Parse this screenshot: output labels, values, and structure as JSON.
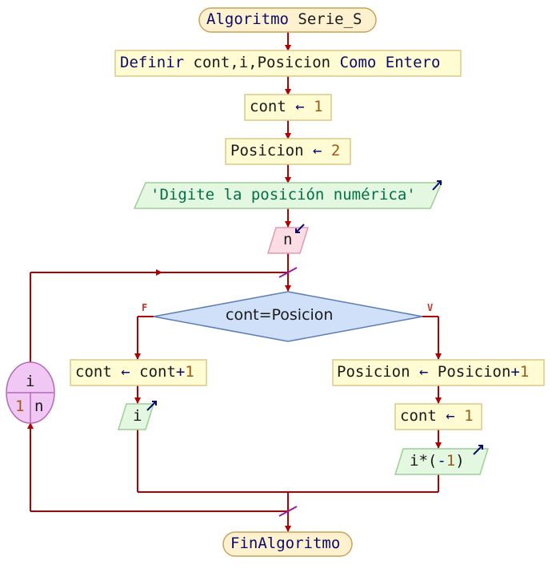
{
  "diagram": {
    "start": {
      "keyword": "Algoritmo",
      "name": "Serie_S"
    },
    "define": {
      "keyword": "Definir",
      "vars": "cont,i,Posicion",
      "type_kw": "Como Entero"
    },
    "assign1": {
      "var": "cont",
      "arrow": "←",
      "value": "1"
    },
    "assign2": {
      "var": "Posicion",
      "arrow": "←",
      "value": "2"
    },
    "output1": {
      "text": "'Digite la posición numérica'"
    },
    "input1": {
      "text": "n"
    },
    "loop": {
      "var": "i",
      "start": "1",
      "end": "n"
    },
    "decision": {
      "text": "cont=Posicion",
      "false_label": "F",
      "true_label": "V"
    },
    "left_branch": {
      "assign": {
        "lhs": "cont",
        "arrow": "←",
        "rhs_var": "cont",
        "rhs_op": "+",
        "rhs_num": "1"
      },
      "output": {
        "text": "i"
      }
    },
    "right_branch": {
      "assign1": {
        "lhs": "Posicion",
        "arrow": "←",
        "rhs_var": "Posicion",
        "rhs_op": "+",
        "rhs_num": "1"
      },
      "assign2": {
        "var": "cont",
        "arrow": "←",
        "value": "1"
      },
      "output": {
        "prefix": "i*(",
        "minus": "-",
        "num": "1",
        "suffix": ")"
      }
    },
    "end": {
      "keyword": "FinAlgoritmo"
    }
  },
  "colors": {
    "line": "#b00000",
    "terminal_fill": "#fdf1d0",
    "process_fill": "#fffbd2",
    "io_out_fill": "#e4f7e0",
    "io_in_fill": "#fcdde6",
    "decision_fill": "#cfe0f8",
    "loop_fill": "#f0c8f3",
    "io_arrow": "#0b0b6b"
  }
}
